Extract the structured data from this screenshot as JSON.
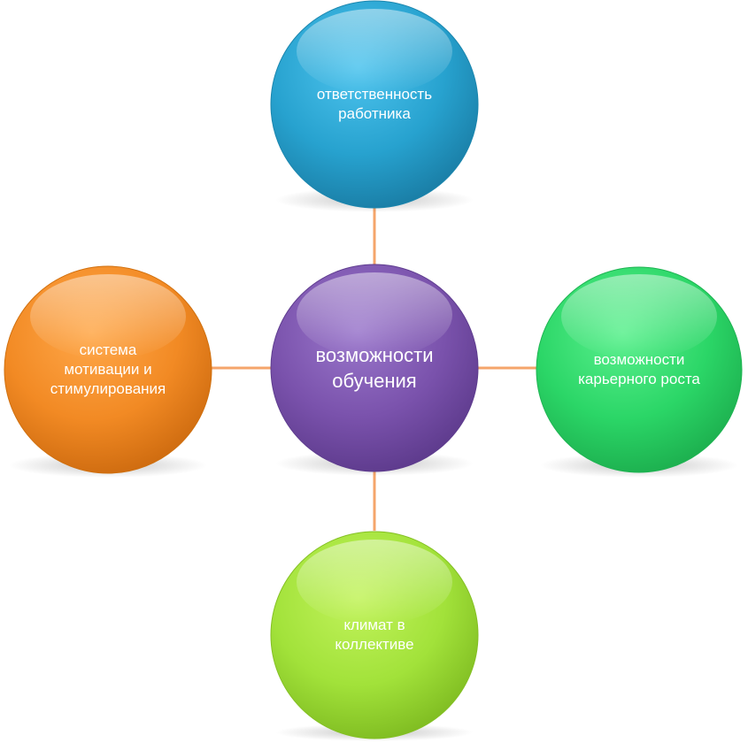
{
  "colors": {
    "connector": "#F5A56B",
    "center": "#7E57B2",
    "top": "#2AA7D4",
    "right": "#2FD86B",
    "bottom": "#A3E23A",
    "left": "#F28A24"
  },
  "nodes": {
    "center": {
      "label": "возможности\nобучения"
    },
    "top": {
      "label": "ответственность\nработника"
    },
    "right": {
      "label": "возможности\nкарьерного роста"
    },
    "bottom": {
      "label": "климат в\nколлективе"
    },
    "left": {
      "label": "система\nмотивации и\nстимулирования"
    }
  }
}
